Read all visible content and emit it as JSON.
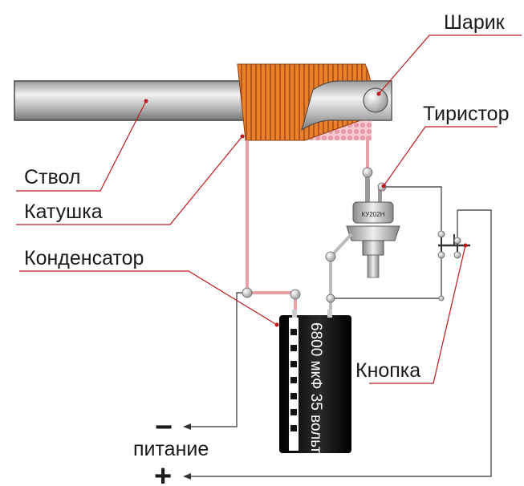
{
  "labels": {
    "ball": "Шарик",
    "thyristor": "Тиристор",
    "barrel": "Ствол",
    "coil": "Катушка",
    "capacitor": "Конденсатор",
    "button": "Кнопка",
    "power": "питание",
    "minus": "−",
    "plus": "+"
  },
  "capacitor_marking": "6800 мкФ 35 вольт",
  "thyristor_marking": "КУ202Н",
  "colors": {
    "coil": "#e87d2a",
    "wire": "#e8a0a8",
    "leader_line": "#c0181c",
    "barrel": "#b8b8b8",
    "capacitor_body": "#1a1a1a",
    "text": "#1a1a1a"
  }
}
